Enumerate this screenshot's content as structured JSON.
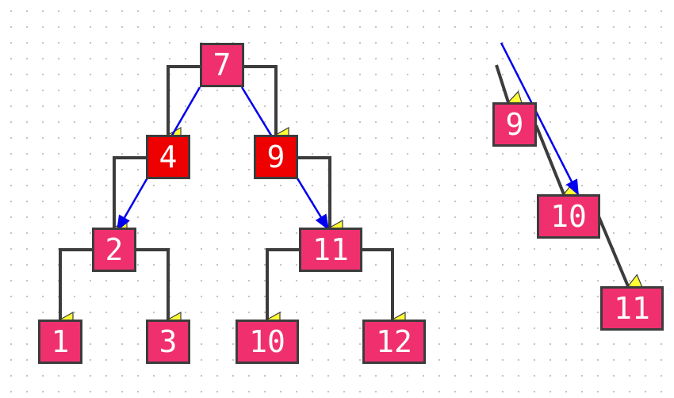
{
  "colors": {
    "node_fill": "#f0306e",
    "highlight_fill": "#ee0000",
    "node_border": "#3c3c3c",
    "connector": "#3c3c3c",
    "arrowhead": "#ffff33",
    "rotation_arrow": "#0000ee"
  },
  "left_tree": {
    "nodes": [
      {
        "id": "n7",
        "label": "7",
        "highlighted": false
      },
      {
        "id": "n4",
        "label": "4",
        "highlighted": true
      },
      {
        "id": "n9",
        "label": "9",
        "highlighted": true
      },
      {
        "id": "n2",
        "label": "2",
        "highlighted": false
      },
      {
        "id": "n11",
        "label": "11",
        "highlighted": false
      },
      {
        "id": "n1",
        "label": "1",
        "highlighted": false
      },
      {
        "id": "n3",
        "label": "3",
        "highlighted": false
      },
      {
        "id": "n10",
        "label": "10",
        "highlighted": false
      },
      {
        "id": "n12",
        "label": "12",
        "highlighted": false
      }
    ],
    "edges": [
      {
        "from": "7",
        "to": "4"
      },
      {
        "from": "7",
        "to": "9"
      },
      {
        "from": "4",
        "to": "2"
      },
      {
        "from": "9",
        "to": "11"
      },
      {
        "from": "2",
        "to": "1"
      },
      {
        "from": "2",
        "to": "3"
      },
      {
        "from": "11",
        "to": "10"
      },
      {
        "from": "11",
        "to": "12"
      }
    ],
    "blue_arrows": [
      {
        "from": "7",
        "to": "2"
      },
      {
        "from": "7",
        "to": "11"
      }
    ]
  },
  "right_chain": {
    "nodes": [
      {
        "id": "r9",
        "label": "9"
      },
      {
        "id": "r10",
        "label": "10"
      },
      {
        "id": "r11",
        "label": "11"
      }
    ],
    "edges": [
      {
        "from": "9",
        "to": "10"
      },
      {
        "from": "10",
        "to": "11"
      }
    ],
    "blue_arrows": [
      {
        "to": "10"
      }
    ]
  }
}
